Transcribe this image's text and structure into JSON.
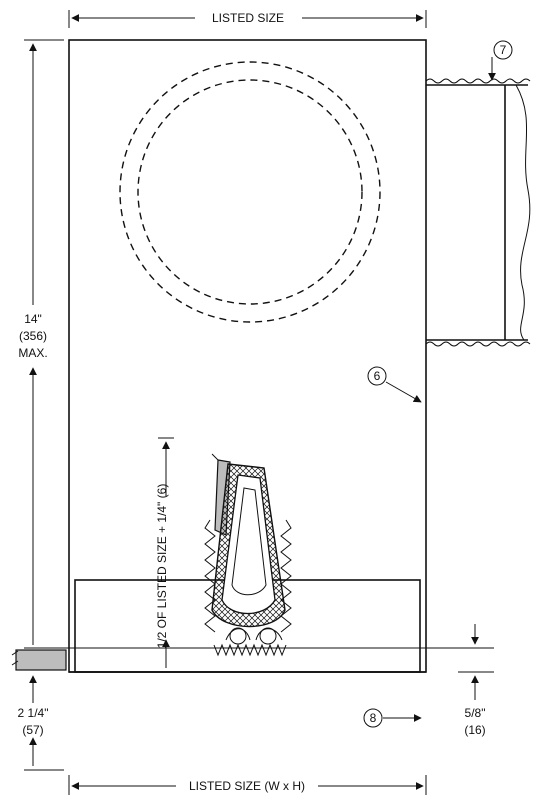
{
  "dimensions": {
    "top_width": "LISTED SIZE",
    "bottom_width": "LISTED SIZE (W x H)",
    "vertical_offset": "1/2 OF LISTED SIZE + 1/4\" (6)",
    "left_max": [
      "14\"",
      "(356)",
      "MAX."
    ],
    "left_lower": [
      "2 1/4\"",
      "(57)"
    ],
    "right_lower": [
      "5/8\"",
      "(16)"
    ]
  },
  "callouts": {
    "sleeve": "7",
    "damper_blade": "6",
    "frame": "8"
  }
}
